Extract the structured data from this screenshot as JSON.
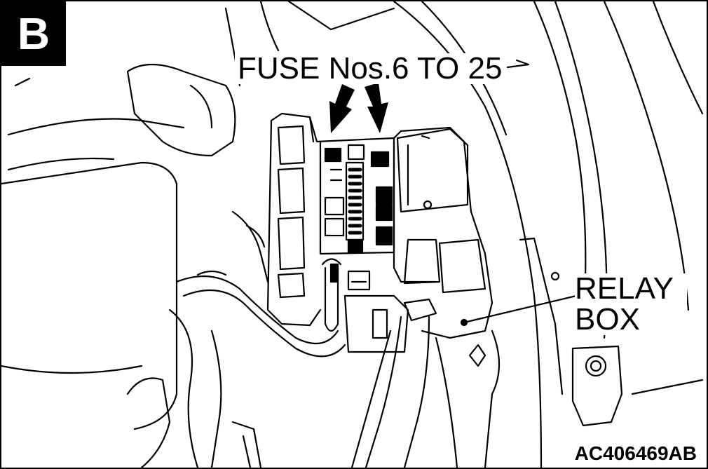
{
  "view": {
    "letter": "B"
  },
  "callouts": {
    "fuse": "FUSE Nos.6 TO 25",
    "relay_line1": "RELAY",
    "relay_line2": "BOX"
  },
  "figure_code": "AC406469AB",
  "colors": {
    "ink": "#000000",
    "paper": "#ffffff"
  }
}
